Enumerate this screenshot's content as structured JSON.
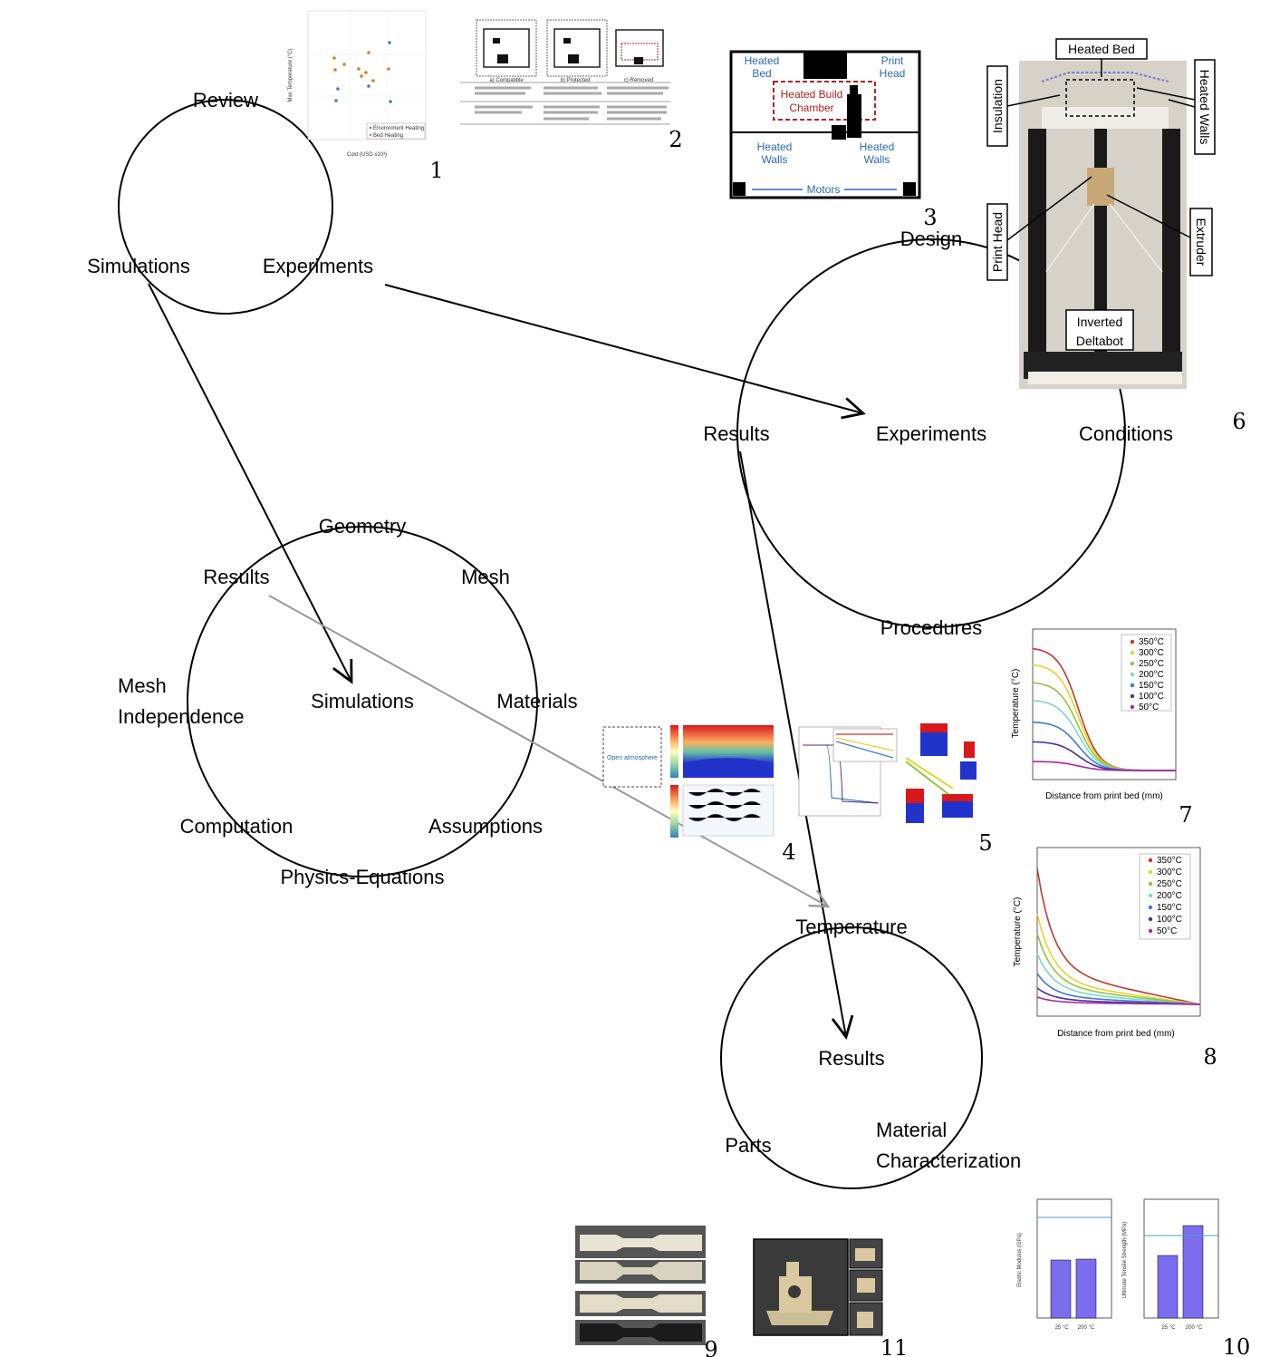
{
  "nodes": {
    "review": {
      "title": "Review",
      "simulations": "Simulations",
      "experiments": "Experiments"
    },
    "design": {
      "title": "Design",
      "results": "Results",
      "experiments": "Experiments",
      "conditions": "Conditions",
      "procedures": "Procedures"
    },
    "simulations": {
      "geometry": "Geometry",
      "results": "Results",
      "mesh": "Mesh",
      "mesh_independence_1": "Mesh",
      "mesh_independence_2": "Independence",
      "center": "Simulations",
      "materials": "Materials",
      "computation": "Computation",
      "assumptions": "Assumptions",
      "physics": "Physics-Equations"
    },
    "results": {
      "temperature": "Temperature",
      "center": "Results",
      "parts": "Parts",
      "material_1": "Material",
      "material_2": "Characterization"
    }
  },
  "figure_numbers": [
    "1",
    "2",
    "3",
    "4",
    "5",
    "6",
    "7",
    "8",
    "9",
    "10",
    "11"
  ],
  "thumbnails": {
    "fig1": {
      "legend_env": "Environment Heating",
      "legend_bed": "Bed Heating",
      "xlabel": "Cost (USD x10³)",
      "ylabel": "Max Temperature (°C)"
    },
    "fig2": {
      "col_a": "a) Compatible",
      "col_b": "b) Protected",
      "col_c": "c) Removed"
    },
    "fig3": {
      "heated_bed": "Heated",
      "heated_bed_2": "Bed",
      "print_head": "Print",
      "print_head_2": "Head",
      "chamber_1": "Heated Build",
      "chamber_2": "Chamber",
      "walls_left_1": "Heated",
      "walls_left_2": "Walls",
      "walls_right_1": "Heated",
      "walls_right_2": "Walls",
      "motors": "Motors"
    },
    "fig4": {
      "open_atmosphere": "Open atmosphere"
    },
    "fig6": {
      "heated_bed": "Heated Bed",
      "insulation": "Insulation",
      "heated_walls": "Heated Walls",
      "print_head": "Print Head",
      "extruder": "Extruder",
      "deltabot_1": "Inverted",
      "deltabot_2": "Deltabot"
    },
    "fig7": {
      "xlabel": "Distance from print bed (mm)",
      "ylabel": "Temperature (°C)",
      "legend": [
        "350°C",
        "300°C",
        "250°C",
        "200°C",
        "150°C",
        "100°C",
        "50°C"
      ]
    },
    "fig8": {
      "xlabel": "Distance from print bed (mm)",
      "ylabel": "Temperature (°C)",
      "legend": [
        "350°C",
        "300°C",
        "250°C",
        "200°C",
        "150°C",
        "100°C",
        "50°C"
      ]
    },
    "fig10": {
      "ylabel_left": "Elastic Modulus (GPa)",
      "ylabel_right": "Ultimate Tensile Strength (MPa)",
      "cat_1": "25 °C",
      "cat_2": "200 °C"
    }
  },
  "colors": {
    "series": [
      "#c0392b",
      "#e6d230",
      "#8ec63f",
      "#7fd6c9",
      "#3a7bd5",
      "#4b2aa8",
      "#b0249b"
    ],
    "bar": "#7b6cf0",
    "accent_blue": "#2a6bb5",
    "chamber_red": "#b22222"
  }
}
